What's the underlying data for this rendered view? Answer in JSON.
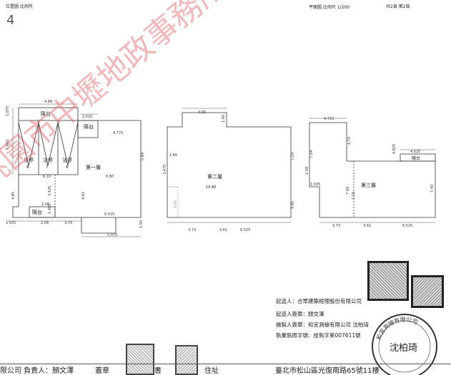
{
  "header": {
    "left": "位置圖 比例尺",
    "scale": "平面圖 比例尺 1/200",
    "page": "共2頁 第2頁",
    "north_symbol": "4"
  },
  "floor1": {
    "label": "第一層",
    "rooms": {
      "balcony_top": "陽台",
      "balcony_mid": "陽台",
      "balcony_bottom": "陽台"
    },
    "parking": [
      {
        "label": "法停",
        "number": "8"
      },
      {
        "label": "法停",
        "number": "7"
      },
      {
        "label": "法停",
        "number": "6"
      }
    ],
    "dims": {
      "top_width": "4.88",
      "left_v1": "1.875",
      "left_total": "7.665",
      "right_w": "2.025",
      "side_w": "4.775",
      "span": "6.10",
      "v_right": "5.84",
      "inner": "6.80",
      "v_low": "4.85",
      "v_mid": "3.425",
      "h_mid": "2.06",
      "v_small": "1.485",
      "bottom_a": "1.505",
      "bottom_b": "2.06",
      "bottom_c": "3.76",
      "bottom_d": "6.525",
      "bottom_total": "5.075",
      "v_inner": "4.61",
      "v_corner": "1.50"
    }
  },
  "floor2": {
    "label": "第二層",
    "area": "14.80",
    "dims": {
      "top": "4.65",
      "v_notch": "1.60",
      "left_w": "1.60",
      "v_left": "3.475",
      "v_right": "7.24",
      "v_right_low": "4.85",
      "bottom_a": "3.73",
      "bottom_b": "3.61",
      "bottom_c": "6.525",
      "v_gray": "4.85"
    }
  },
  "floor3": {
    "label": "第三層",
    "balcony": "陽台",
    "dims": {
      "top": "4.715",
      "v_top": "4.70",
      "v_left": "7.24",
      "v_left2": "2.58",
      "h_left": "1.035",
      "v_mid1": "7.40",
      "v_mid2": "7.15",
      "v_right": "7.40",
      "balcony_w": "4.625",
      "balcony_v": "0.825",
      "bottom_a": "3.73",
      "bottom_b": "3.61",
      "bottom_c": "6.525"
    }
  },
  "info": {
    "applicant": "起造人：合眾建築經理股份有限公司",
    "signer": "起造人簽章：顏文澤",
    "drafter": "繪製人簽章：和宜測繪有限公司 沈柏琦",
    "license": "執業執照字號：技執字第007611號"
  },
  "footer": {
    "company": "限公司 負責人：顏文澤",
    "stamp_label": "蓋章",
    "stamp_mark": "書",
    "address_label": "住址",
    "address": "臺北市松山區光復南路65號11樓"
  },
  "seal": {
    "name": "沈柏琦",
    "ring_text": "和宜測繪有限公司"
  },
  "watermark": {
    "text": "桃園市中壢地政事務所"
  }
}
